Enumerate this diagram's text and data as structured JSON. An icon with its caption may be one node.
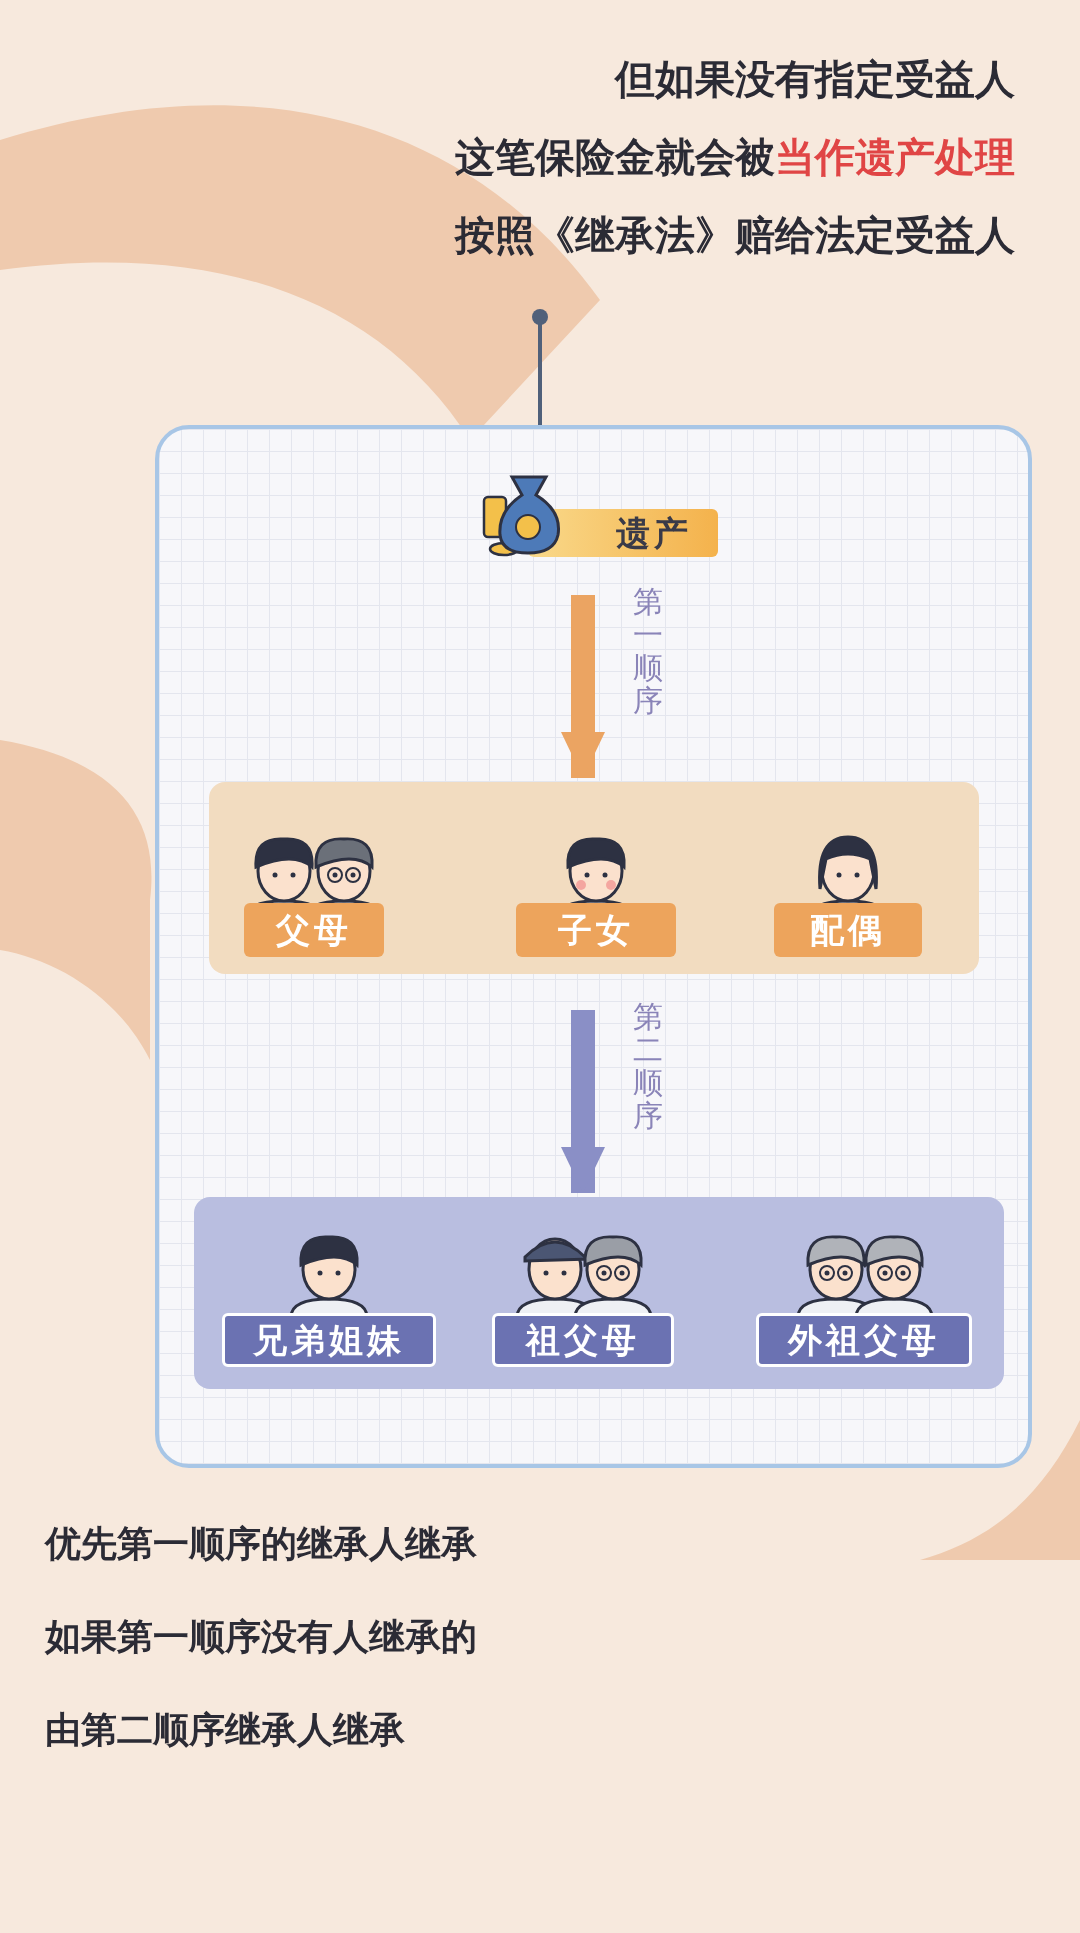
{
  "diagram": {
    "nodes": [
      {
        "text": [
          "但如果没有指定受益人",
          "这笔保险金就会被**当作遗产处理**",
          "按照《继承法》赔给法定受益人"
        ]
      },
      {
        "text": [],
        "shape": "box"
      },
      {
        "text": [
          "遗产"
        ],
        "in": 1
      },
      {
        "text": [],
        "shape": "box",
        "in": 1
      },
      {
        "text": [
          "父母"
        ],
        "in": 3
      },
      {
        "text": [
          "子女"
        ],
        "in": 3
      },
      {
        "text": [
          "配偶"
        ],
        "in": 3
      },
      {
        "text": [],
        "shape": "box",
        "in": 1
      },
      {
        "text": [
          "兄弟姐妹"
        ],
        "in": 7
      },
      {
        "text": [
          "祖父母"
        ],
        "in": 7
      },
      {
        "text": [
          "外祖父母"
        ],
        "in": 7
      }
    ],
    "edges": [
      {
        "from": 0,
        "to": 1,
        "arrow": "other"
      },
      {
        "from": 2,
        "to": 3,
        "arrow": "to",
        "label": "第一顺序",
        "color": "#eba462"
      },
      {
        "from": 3,
        "to": 7,
        "arrow": "to",
        "label": "第二顺序",
        "color": "#8a8fc6"
      }
    ],
    "labels": [
      "优先第一顺序的继承人继承",
      "如果第一顺序没有人继承的",
      "由第二顺序继承人继承"
    ]
  }
}
